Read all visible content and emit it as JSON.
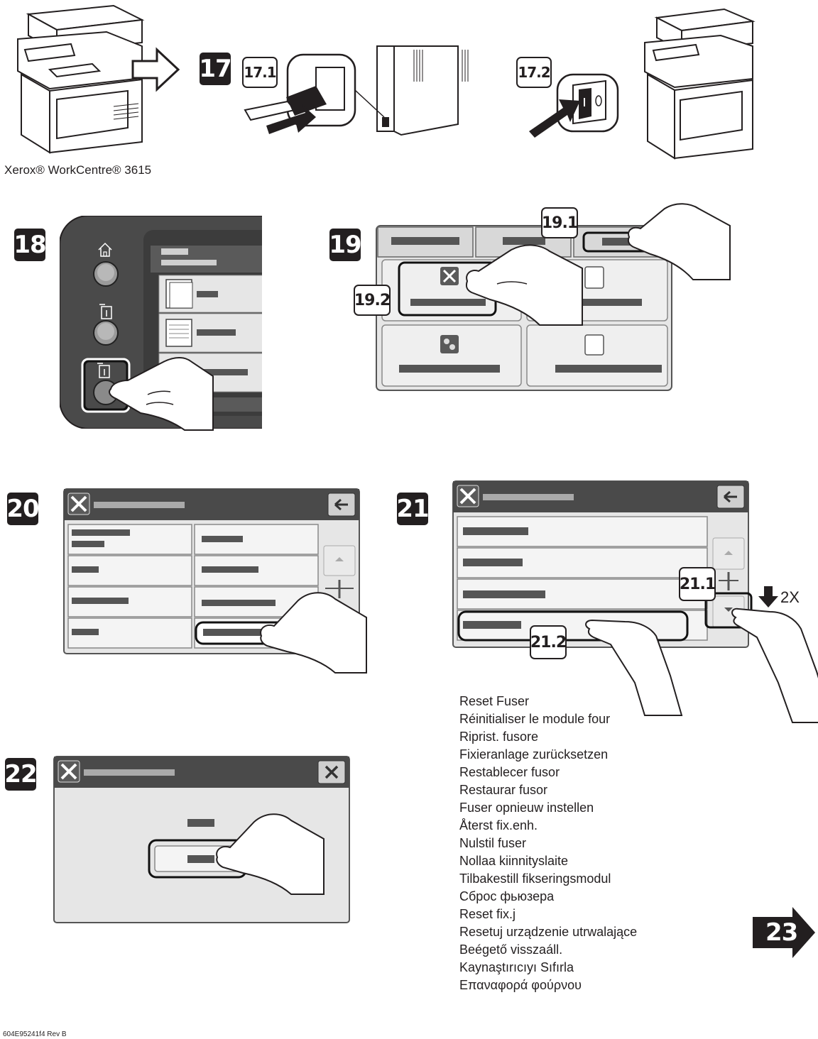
{
  "caption": "Xerox® WorkCentre® 3615",
  "steps": {
    "s17": "17",
    "s17_1": "17.1",
    "s17_2": "17.2",
    "s18": "18",
    "s19": "19",
    "s19_1": "19.1",
    "s19_2": "19.2",
    "s20": "20",
    "s21": "21",
    "s21_1": "21.1",
    "s21_2": "21.2",
    "s22": "22",
    "s23": "23"
  },
  "scroll_hint": "2X",
  "reset_fuser_labels": [
    "Reset Fuser",
    "Réinitialiser le module four",
    "Riprist. fusore",
    "Fixieranlage zurücksetzen",
    "Restablecer fusor",
    "Restaurar fusor",
    "Fuser opnieuw instellen",
    "Återst fix.enh.",
    "Nulstil fuser",
    "Nollaa kiinnityslaite",
    "Tilbakestill fikseringsmodul",
    "Сброс фьюзера",
    "Reset fix.j",
    "Resetuj urządzenie utrwalające",
    "Beégető visszaáll.",
    "Kaynaştırıcıyı Sıfırla",
    "Επαναφορά φούρνου"
  ],
  "doc_number": "604E95241f4 Rev B",
  "icons": [
    "printer-illustration",
    "arrow-right-icon",
    "power-cord-illustration",
    "power-switch-illustration",
    "home-icon",
    "info-icon",
    "machine-status-icon",
    "tools-icon",
    "back-arrow-icon",
    "close-icon",
    "scroll-up-icon",
    "scroll-down-icon",
    "hand-pointer-illustration"
  ],
  "colors": {
    "ink": "#231f20",
    "panel_dark": "#4a4a4a",
    "panel_light": "#e6e6e6",
    "bar": "#555555"
  }
}
